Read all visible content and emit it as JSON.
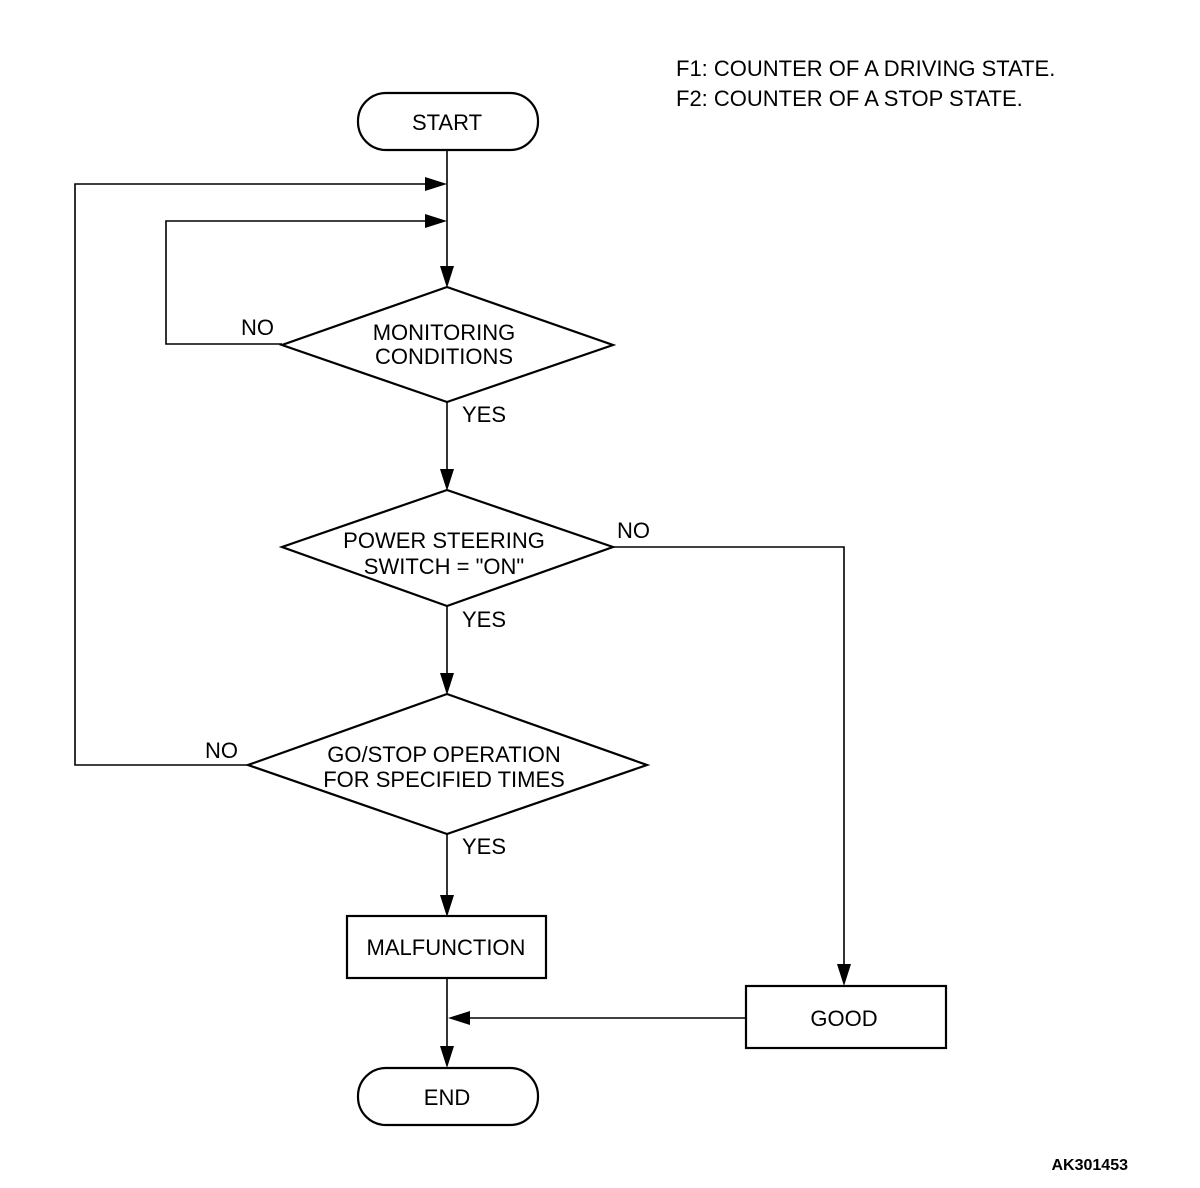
{
  "legend": {
    "f1": "F1: COUNTER OF A DRIVING STATE.",
    "f2": "F2: COUNTER OF A STOP STATE."
  },
  "nodes": {
    "start": "START",
    "monitoring_line1": "MONITORING",
    "monitoring_line2": "CONDITIONS",
    "power_line1": "POWER STEERING",
    "power_line2": "SWITCH = \"ON\"",
    "gostop_line1": "GO/STOP OPERATION",
    "gostop_line2": "FOR SPECIFIED TIMES",
    "malfunction": "MALFUNCTION",
    "good": "GOOD",
    "end": "END"
  },
  "edges": {
    "monitoring_no": "NO",
    "monitoring_yes": "YES",
    "power_no": "NO",
    "power_yes": "YES",
    "gostop_no": "NO",
    "gostop_yes": "YES"
  },
  "figure_id": "AK301453"
}
